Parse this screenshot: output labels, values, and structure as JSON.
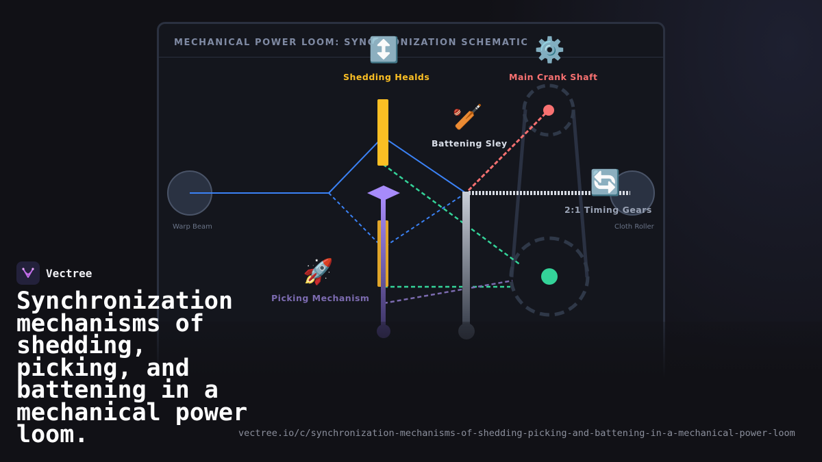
{
  "schematic": {
    "title": "MECHANICAL POWER LOOM: SYNCHRONIZATION SCHEMATIC",
    "components": {
      "shedding": {
        "label": "Shedding Healds",
        "icon": "up-down-arrow-icon",
        "color": "#fbbf24"
      },
      "crank": {
        "label": "Main Crank Shaft",
        "icon": "gear-icon",
        "color": "#f87171"
      },
      "sley": {
        "label": "Battening Sley",
        "icon": "cricket-bat-icon",
        "color": "#d9dee8"
      },
      "gears": {
        "label": "2:1 Timing Gears",
        "icon": "cycle-arrows-icon",
        "color": "#9aa3b5"
      },
      "picking": {
        "label": "Picking Mechanism",
        "icon": "rocket-icon",
        "color": "#7c6bb0"
      }
    },
    "warp_beam": "Warp Beam",
    "cloth_roller": "Cloth Roller",
    "colors": {
      "warp_threads": "#3b82f6",
      "crank_link": "#f87171",
      "cam_link": "#34d399",
      "picking_link": "#7c6bb0",
      "shuttle": "#a78bfa",
      "belt": "#2a3142"
    }
  },
  "brand": {
    "name": "Vectree",
    "logo": "vectree-logo-icon"
  },
  "headline": "Synchronization mechanisms of shedding, picking, and battening in a mechanical power loom.",
  "url": "vectree.io/c/synchronization-mechanisms-of-shedding-picking-and-battening-in-a-mechanical-power-loom"
}
